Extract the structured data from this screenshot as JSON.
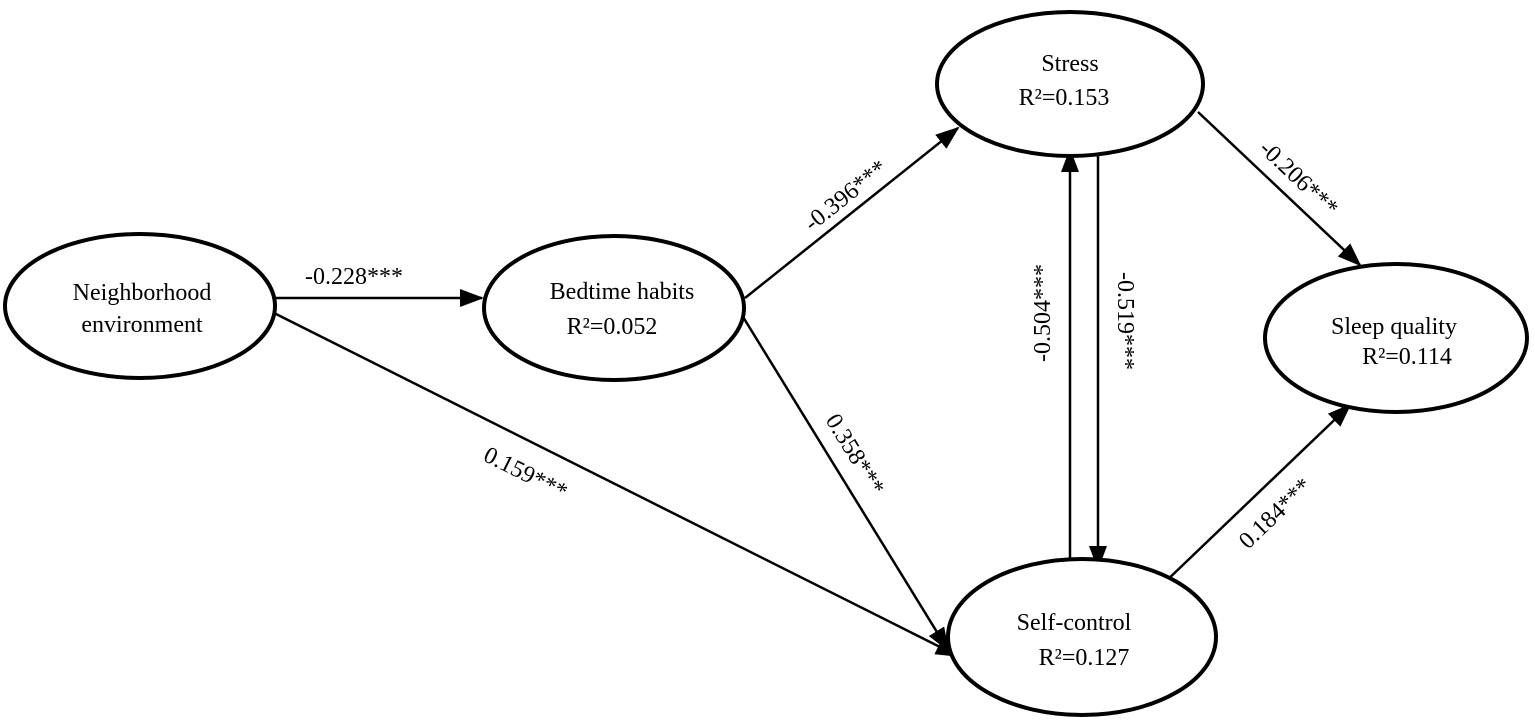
{
  "nodes": {
    "neighborhood": {
      "line1": "Neighborhood",
      "line2": "environment"
    },
    "bedtime": {
      "name": "Bedtime habits",
      "r2": "R²=0.052"
    },
    "stress": {
      "name": "Stress",
      "r2": "R²=0.153"
    },
    "selfcontrol": {
      "name": "Self-control",
      "r2": "R²=0.127"
    },
    "sleep": {
      "name": "Sleep quality",
      "r2": "R²=0.114"
    }
  },
  "edges": {
    "neighborhood_bedtime": "-0.228***",
    "neighborhood_selfcontrol": "0.159***",
    "bedtime_stress": "-0.396***",
    "bedtime_selfcontrol": "0.358***",
    "selfcontrol_stress": "-0.504***",
    "stress_selfcontrol": "-0.519***",
    "stress_sleep": "-0.206***",
    "selfcontrol_sleep": "0.184***"
  },
  "colors": {
    "stroke": "#000000",
    "background": "#ffffff"
  }
}
